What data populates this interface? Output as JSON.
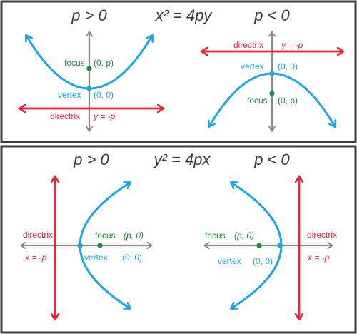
{
  "colors": {
    "frame": "#3d3d3d",
    "axis": "#8a8a8a",
    "parabola": "#1ba6e0",
    "directrix": "#e8283a",
    "focus": "#1e8a3c",
    "vertex_label": "#1ba6e0",
    "title": "#3a3a3a"
  },
  "top": {
    "equation": "x² = 4py",
    "left": {
      "title": "p > 0",
      "focus_label": "focus",
      "focus_coords": "(0, p)",
      "vertex_label": "vertex",
      "vertex_coords": "(0, 0)",
      "directrix_label": "directrix",
      "directrix_eq": "y = -p"
    },
    "right": {
      "title": "p < 0",
      "directrix_label": "directrix",
      "directrix_eq": "y = -p",
      "vertex_label": "vertex",
      "vertex_coords": "(0, 0)",
      "focus_label": "focus",
      "focus_coords": "(0, p)"
    }
  },
  "bottom": {
    "equation": "y² = 4px",
    "left": {
      "title": "p > 0",
      "directrix_label": "directrix",
      "directrix_eq": "x = -p",
      "focus_label": "focus",
      "focus_coords": "(p, 0)",
      "vertex_label": "vertex",
      "vertex_coords": "(0, 0)"
    },
    "right": {
      "title": "p < 0",
      "focus_label": "focus",
      "focus_coords": "(p, 0)",
      "directrix_label": "directrix",
      "directrix_eq": "x = -p",
      "vertex_label": "vertex",
      "vertex_coords": "(0, 0)"
    }
  }
}
